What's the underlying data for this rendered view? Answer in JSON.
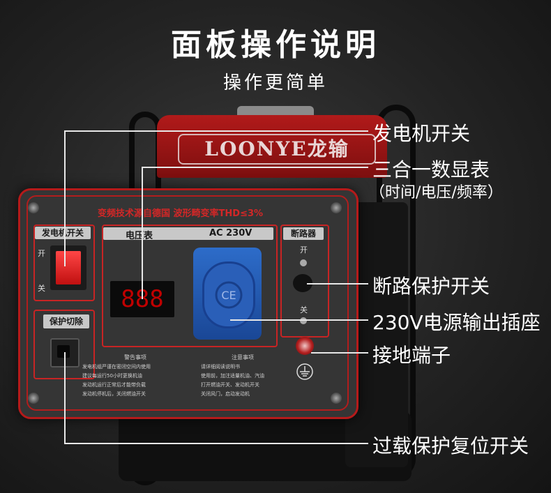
{
  "header": {
    "title": "面板操作说明",
    "subtitle": "操作更简单"
  },
  "callouts": {
    "generator_switch": "发电机开关",
    "meter": "三合一数显表",
    "meter_sub": "（时间/电压/频率）",
    "breaker_switch": "断路保护开关",
    "socket": "230V电源输出插座",
    "ground": "接地端子",
    "reset_switch": "过载保护复位开关"
  },
  "product": {
    "brand": "LOONYE龙输",
    "panel_heading": "变频技术源自德国 波形畸变率THD≤3%",
    "switch_box_label": "发电机开关",
    "switch_on": "开",
    "switch_off": "关",
    "reset_box_label": "保护切除",
    "meter_label": "电压表",
    "ac_label": "AC 230V",
    "display_value": "888",
    "breaker_label": "断路器",
    "breaker_on": "开",
    "breaker_off": "关",
    "warnings_title": "警告事项",
    "warnings": [
      "发电机组严谨在密闭空间内使用",
      "建议每运行50小时更换机油",
      "发动机运行正常后才能带负载",
      "发动机停机后，关闭燃油开关"
    ],
    "notes_title": "注意事项",
    "notes": [
      "请详细阅读说明书",
      "使用前，加注适量机油、汽油",
      "打开燃油开关、发动机开关",
      "关闭风门，启动发动机"
    ]
  },
  "icons": {
    "socket": "ce-mark-icon",
    "ground": "ground-symbol-icon"
  }
}
